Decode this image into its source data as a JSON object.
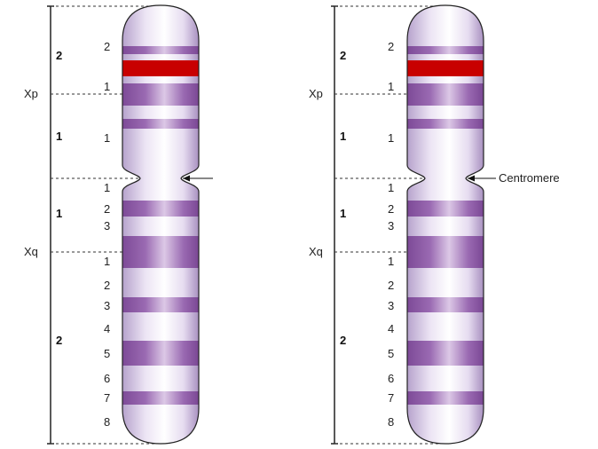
{
  "figures": [
    {
      "id": "left",
      "arm_labels": {
        "p": "Xp",
        "q": "Xq"
      },
      "region_labels": {
        "p2": "2",
        "p1": "1",
        "q1": "1",
        "q2": "2"
      },
      "band_labels": {
        "p22": "2",
        "p21": "1",
        "p11": "1",
        "q11": "1",
        "q12": "2",
        "q13": "3",
        "q21": "1",
        "q22": "2",
        "q23": "3",
        "q24": "4",
        "q25": "5",
        "q26": "6",
        "q27": "7",
        "q28": "8"
      },
      "centromere_label": ""
    },
    {
      "id": "right",
      "arm_labels": {
        "p": "Xp",
        "q": "Xq"
      },
      "region_labels": {
        "p2": "2",
        "p1": "1",
        "q1": "1",
        "q2": "2"
      },
      "band_labels": {
        "p22": "2",
        "p21": "1",
        "p11": "1",
        "q11": "1",
        "q12": "2",
        "q13": "3",
        "q21": "1",
        "q22": "2",
        "q23": "3",
        "q24": "4",
        "q25": "5",
        "q26": "6",
        "q27": "7",
        "q28": "8"
      },
      "centromere_label": "Centromere"
    }
  ],
  "colors": {
    "band_purple": "#8e5aa6",
    "band_red": "#c80000",
    "chromatid_fill": "#efe8f6",
    "outline": "#222222"
  }
}
